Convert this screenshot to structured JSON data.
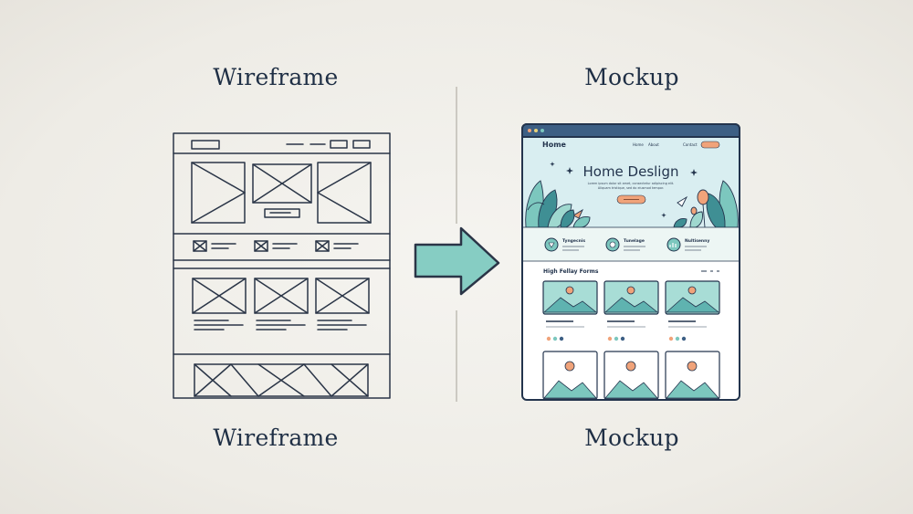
{
  "wireframe": {
    "title_top": "Wireframe",
    "title_bottom": "Wireframe"
  },
  "mockup": {
    "title_top": "Mockup",
    "title_bottom": "Mockup",
    "nav_brand": "Home",
    "nav_links": [
      "Home",
      "About",
      "Contact"
    ],
    "hero_title": "Home Deslign",
    "hero_text_line1": "Lorem ipsum dolor sit amet, consectetur adipiscing elit.",
    "hero_text_line2": "Aliquam tristique, sed do eiusmod tempor.",
    "features": [
      "Tyngecnis",
      "Tunelage",
      "Nultisenny"
    ],
    "section_title": "High Fellay Forms"
  },
  "colors": {
    "ink": "#2a3547",
    "navy": "#23344d",
    "teal": "#7cc7be",
    "teal_dark": "#3f8f94",
    "orange": "#f0a37a",
    "arrow_fill": "#86cdc3"
  }
}
